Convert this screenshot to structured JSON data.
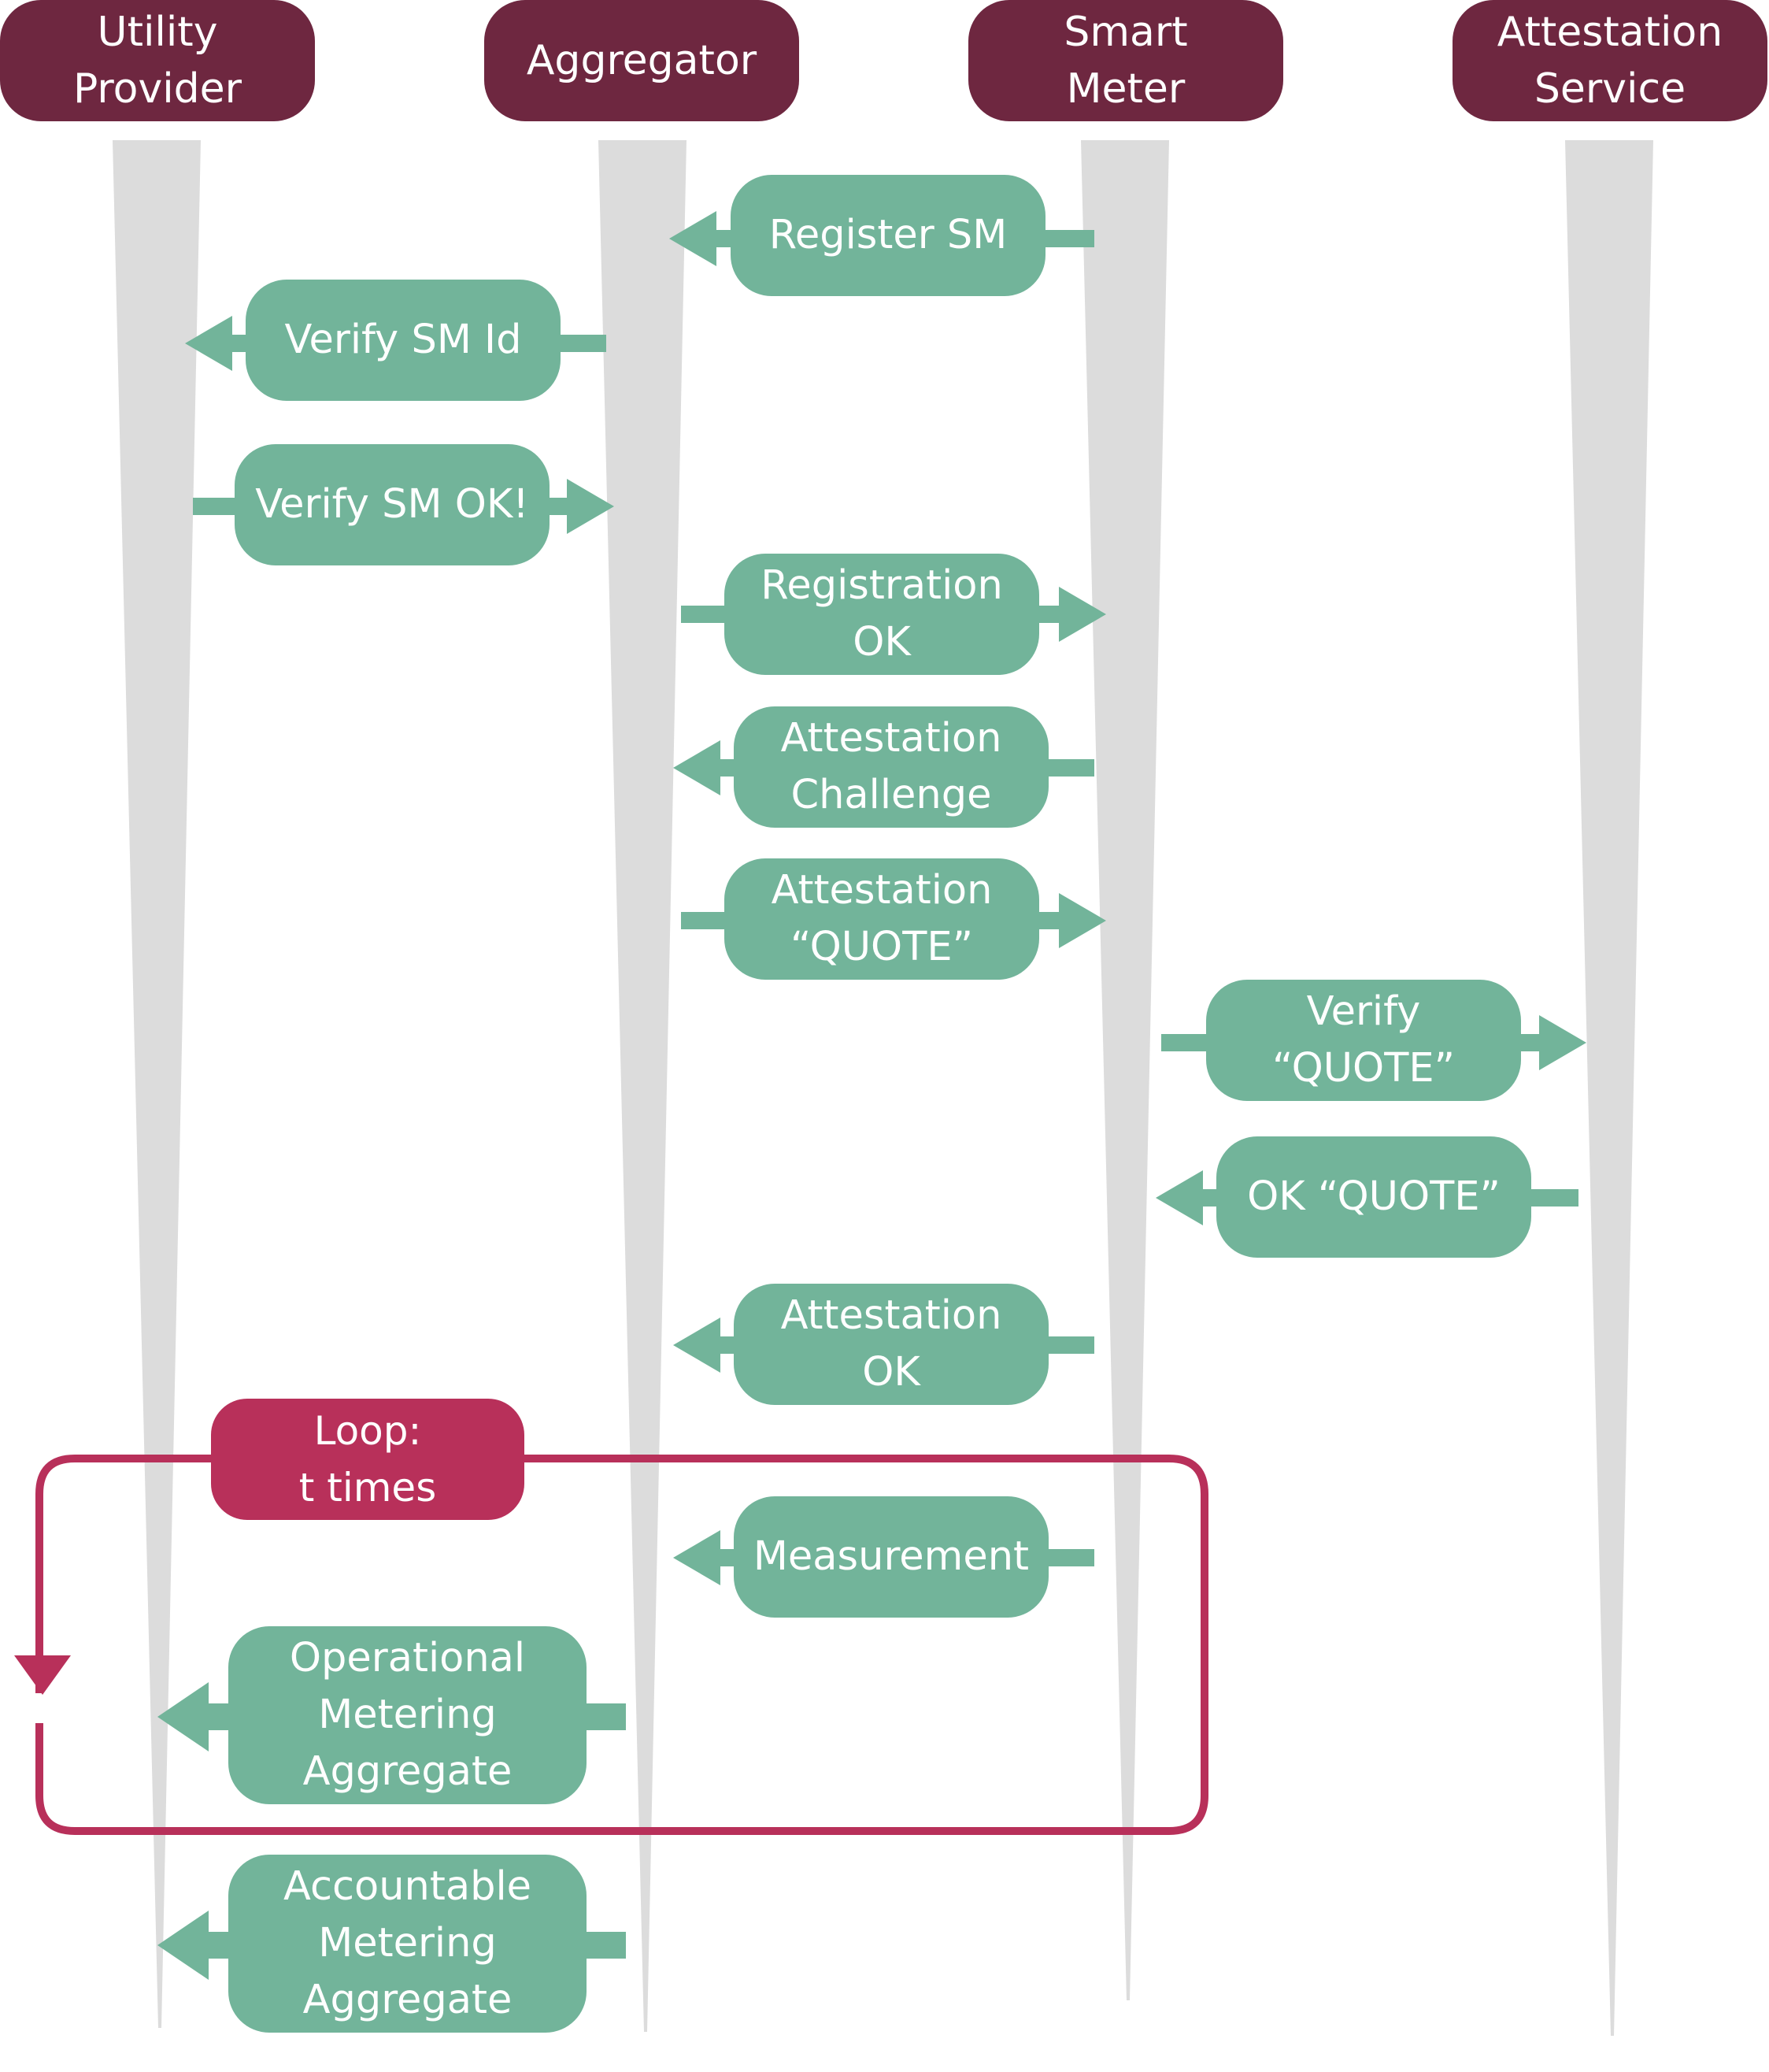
{
  "colors": {
    "actor_fill": "#6e2740",
    "message_fill": "#72b49a",
    "lifeline": "#dcdcdc",
    "loop": "#b8305a",
    "text": "#ffffff"
  },
  "actors": [
    {
      "id": "utility",
      "label": "Utility\nProvider"
    },
    {
      "id": "aggregator",
      "label": "Aggregator"
    },
    {
      "id": "meter",
      "label": "Smart\nMeter"
    },
    {
      "id": "attest",
      "label": "Attestation\nService"
    }
  ],
  "messages": [
    {
      "label": "Register SM",
      "from": "meter",
      "to": "aggregator"
    },
    {
      "label": "Verify SM Id",
      "from": "aggregator",
      "to": "utility"
    },
    {
      "label": "Verify SM OK!",
      "from": "utility",
      "to": "aggregator"
    },
    {
      "label": "Registration\nOK",
      "from": "aggregator",
      "to": "meter"
    },
    {
      "label": "Attestation\nChallenge",
      "from": "meter",
      "to": "aggregator"
    },
    {
      "label": "Attestation\n“QUOTE”",
      "from": "aggregator",
      "to": "meter"
    },
    {
      "label": "Verify\n“QUOTE”",
      "from": "meter",
      "to": "attest"
    },
    {
      "label": "OK “QUOTE”",
      "from": "attest",
      "to": "meter"
    },
    {
      "label": "Attestation\nOK",
      "from": "meter",
      "to": "aggregator"
    },
    {
      "label": "Measurement",
      "from": "meter",
      "to": "aggregator"
    },
    {
      "label": "Operational\nMetering\nAggregate",
      "from": "aggregator",
      "to": "utility"
    },
    {
      "label": "Accountable\nMetering\nAggregate",
      "from": "aggregator",
      "to": "utility"
    }
  ],
  "loop": {
    "label": "Loop:\nt times"
  }
}
